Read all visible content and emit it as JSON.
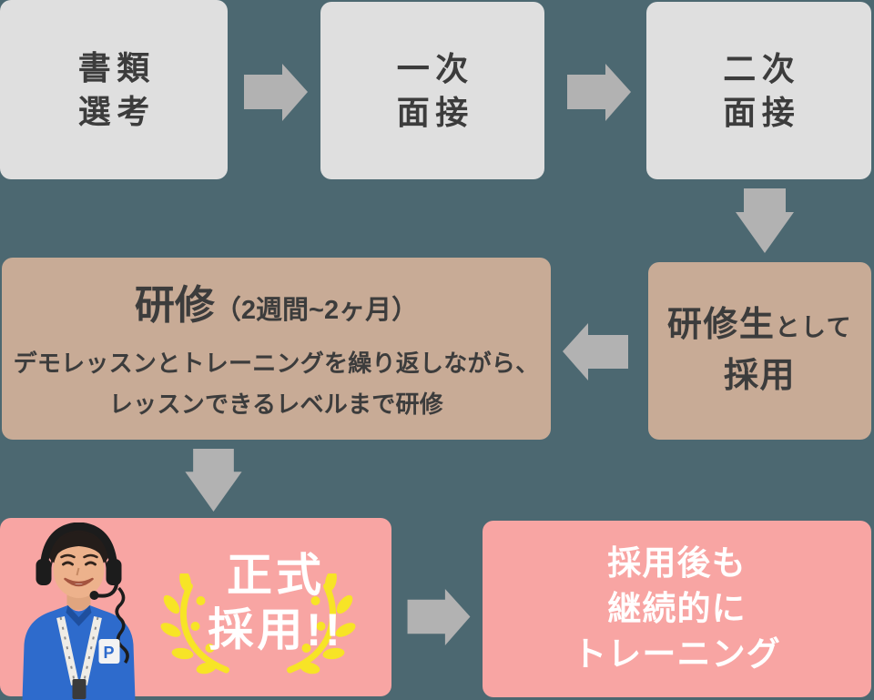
{
  "colors": {
    "background": "#4C6871",
    "box_gray": "#DFDFDF",
    "box_tan": "#C8AB96",
    "box_pink": "#F8A5A3",
    "arrow_gray": "#B2B2B2",
    "text_dark": "#3C3C3C",
    "text_light": "#FFFFFF",
    "accent_yellow": "#F7E426",
    "shirt_blue": "#2E6BCC"
  },
  "flow": {
    "steps": [
      {
        "id": "document-screening",
        "lines": [
          "書類",
          "選考"
        ]
      },
      {
        "id": "first-interview",
        "lines": [
          "一次",
          "面接"
        ]
      },
      {
        "id": "second-interview",
        "lines": [
          "二次",
          "面接"
        ]
      },
      {
        "id": "trainee-hire",
        "line1_main": "研修生",
        "line1_suffix": "として",
        "line2": "採用"
      },
      {
        "id": "training",
        "title": "研修",
        "note": "（2週間~2ヶ月）",
        "body": [
          "デモレッスンとトレーニングを繰り返しながら、",
          "レッスンできるレベルまで研修"
        ]
      },
      {
        "id": "official-hire",
        "lines": [
          "正式",
          "採用!!"
        ]
      },
      {
        "id": "continuous-training",
        "lines": [
          "採用後も",
          "継続的に",
          "トレーニング"
        ]
      }
    ],
    "arrows": [
      {
        "name": "arrow-screening-to-first",
        "direction": "right"
      },
      {
        "name": "arrow-first-to-second",
        "direction": "right"
      },
      {
        "name": "arrow-second-to-trainee",
        "direction": "down"
      },
      {
        "name": "arrow-trainee-to-training",
        "direction": "left"
      },
      {
        "name": "arrow-training-to-official",
        "direction": "down"
      },
      {
        "name": "arrow-official-to-continuous",
        "direction": "right"
      }
    ]
  }
}
